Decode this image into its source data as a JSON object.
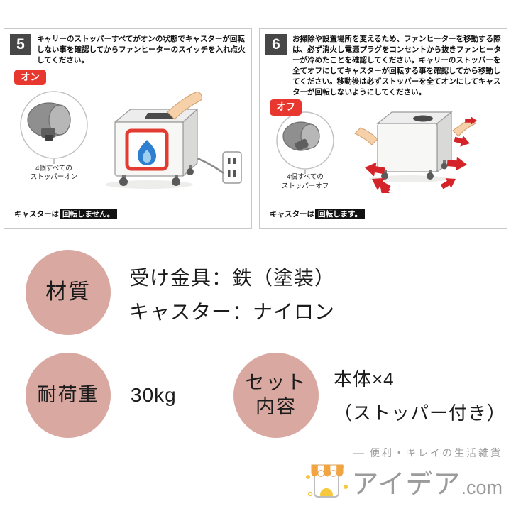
{
  "colors": {
    "accent_red": "#e8372e",
    "arrow_red": "#d5232a",
    "circle_pink": "#d9a8a0",
    "step_gray": "#474747",
    "logo_gray": "#9b9b9b",
    "flame_blue": "#2e7fd0"
  },
  "steps": [
    {
      "number": "5",
      "text": "キャリーのストッパーすべてがオンの状態でキャスターが回転しない事を確認してからファンヒーターのスイッチを入れ点火してください。",
      "badge": "オン",
      "caption1": "4個すべての",
      "caption2": "ストッパーオン",
      "note_prefix": "キャスターは",
      "note_highlight": "回転しません。"
    },
    {
      "number": "6",
      "text": "お掃除や設置場所を変えるため、ファンヒーターを移動する際は、必ず消火し電源プラグをコンセントから抜きファンヒーターが冷めたことを確認してください。キャリーのストッパーを全てオフにしてキャスターが回転する事を確認してから移動してください。移動後は必ずストッパーを全てオンにしてキャスターが回転しないようにしてください。",
      "badge": "オフ",
      "caption1": "4個すべての",
      "caption2": "ストッパーオフ",
      "note_prefix": "キャスターは",
      "note_highlight": "回転します。"
    }
  ],
  "specs": [
    {
      "label": "材質",
      "lines": [
        "受け金具：鉄（塗装）",
        "キャスター：ナイロン"
      ]
    },
    {
      "label": "耐荷重",
      "lines": [
        "30kg"
      ]
    },
    {
      "label": "セット内容",
      "label_line1": "セット",
      "label_line2": "内容",
      "lines": [
        "本体×4",
        "（ストッパー付き）"
      ]
    }
  ],
  "logo": {
    "tagline": "便利・キレイの生活雑貨",
    "name": "アイデア",
    "domain": ".com"
  }
}
